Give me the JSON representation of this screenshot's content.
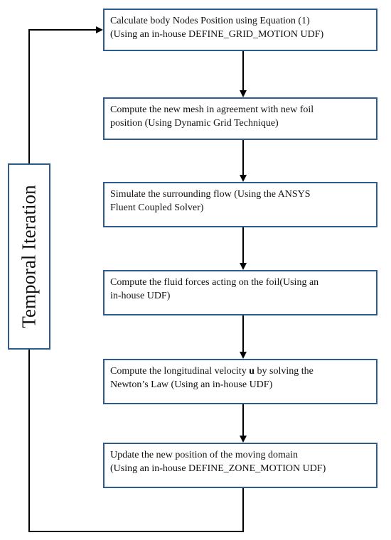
{
  "steps": [
    {
      "line1": "Calculate body Nodes Position using Equation  (1)",
      "line2": "(Using an in-house DEFINE_GRID_MOTION UDF)"
    },
    {
      "line1": "Compute the new mesh in agreement with new foil",
      "line2": "position (Using Dynamic Grid Technique)"
    },
    {
      "line1": "Simulate the surrounding flow (Using the ANSYS",
      "line2": "Fluent Coupled Solver)"
    },
    {
      "line1": "Compute the fluid forces acting on the foil(Using an",
      "line2": "in-house UDF)"
    },
    {
      "line1_pre": "Compute the longitudinal velocity ",
      "line1_bold": "u",
      "line1_post": " by solving the",
      "line2": "Newton’s Law (Using an in-house UDF)"
    },
    {
      "line1": "Update the new position of the moving domain",
      "line2": "(Using an in-house DEFINE_ZONE_MOTION UDF)"
    }
  ],
  "loop_label": "Temporal  Iteration",
  "colors": {
    "box_border": "#2e5b8f",
    "line": "#000000"
  }
}
